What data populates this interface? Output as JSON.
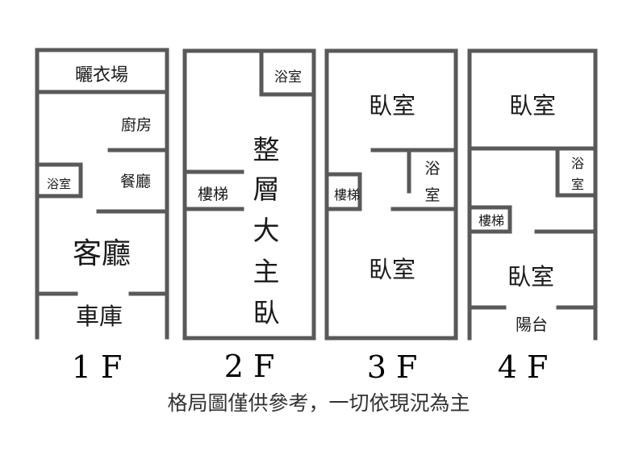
{
  "floors": {
    "f1": {
      "label": "1 F",
      "rooms": {
        "drying": "曬衣場",
        "kitchen": "廚房",
        "bath": "浴室",
        "dining": "餐廳",
        "living": "客廳",
        "garage": "車庫"
      }
    },
    "f2": {
      "label": "2 F",
      "rooms": {
        "bath": "浴室",
        "stairs": "樓梯",
        "master": [
          "整",
          "層",
          "大",
          "主",
          "臥"
        ]
      }
    },
    "f3": {
      "label": "3 F",
      "rooms": {
        "bedroom_top": "臥室",
        "bath": [
          "浴",
          "室"
        ],
        "stairs": "樓梯",
        "bedroom_bottom": "臥室"
      }
    },
    "f4": {
      "label": "4 F",
      "rooms": {
        "bedroom_top": "臥室",
        "bath": [
          "浴",
          "室"
        ],
        "stairs": "樓梯",
        "bedroom_bottom": "臥室",
        "balcony": "陽台"
      }
    }
  },
  "note": "格局圖僅供參考，一切依現況為主"
}
